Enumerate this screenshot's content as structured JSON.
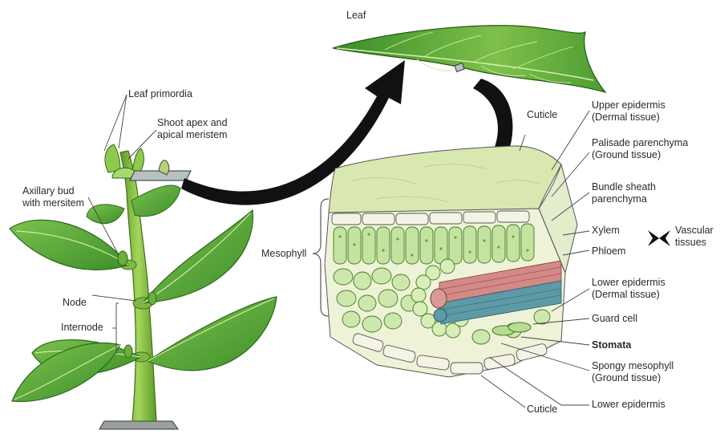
{
  "diagram": {
    "plant_labels": {
      "leaf_primordia": "Leaf primordia",
      "shoot_apex_l1": "Shoot apex and",
      "shoot_apex_l2": "apical meristem",
      "axillary_l1": "Axillary bud",
      "axillary_l2": "with mersitem",
      "node": "Node",
      "internode": "Internode"
    },
    "leaf_label": "Leaf",
    "tissue_labels": {
      "cuticle_top": "Cuticle",
      "upper_epidermis_l1": "Upper epidermis",
      "upper_epidermis_l2": "(Dermal tissue)",
      "palisade_l1": "Palisade parenchyma",
      "palisade_l2": "(Ground tissue)",
      "bundle_sheath_l1": "Bundle sheath",
      "bundle_sheath_l2": "parenchyma",
      "xylem": "Xylem",
      "phloem": "Phloem",
      "vascular_l1": "Vascular",
      "vascular_l2": "tissues",
      "mesophyll": "Mesophyll",
      "lower_epidermis_dermal_l1": "Lower epidermis",
      "lower_epidermis_dermal_l2": "(Dermal tissue)",
      "guard_cell": "Guard cell",
      "stomata": "Stomata",
      "spongy_l1": "Spongy mesophyll",
      "spongy_l2": "(Ground tissue)",
      "cuticle_bottom": "Cuticle",
      "lower_epidermis": "Lower epidermis"
    },
    "colors": {
      "leaf_green": "#5fae3a",
      "leaf_dark": "#2f7a1f",
      "stem_green": "#8cc63f",
      "cell_fill": "#c9e4a8",
      "epidermis_fill": "#f3f1e4",
      "xylem": "#c96a6a",
      "phloem": "#4d8f9a",
      "arrow": "#111111",
      "line": "#333333"
    }
  }
}
